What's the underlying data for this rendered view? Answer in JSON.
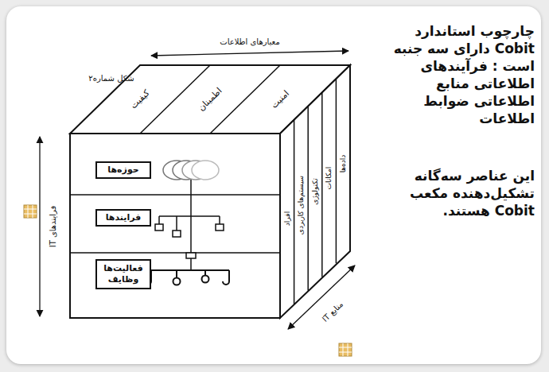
{
  "diagram": {
    "nodes": [
      {
        "text": [
          "حوزه‌ها"
        ]
      },
      {
        "text": [
          "فرایندها"
        ]
      },
      {
        "text": [
          "فعالیت‌ها وظایف"
        ]
      }
    ],
    "labels": [
      "معیارهای اطلاعات",
      "شکل شماره۲",
      "کیفیت",
      "اطمینان",
      "امنیت",
      "افراد",
      "سیستم‌های کاربردی",
      "تکنولوژی",
      "امکانات",
      "داده‌ها",
      "فرایندهای IT",
      "منابع IT",
      "چارچوب استاندارد Cobit دارای سه جنبه است : فرآیندهای اطلاعاتی منابع اطلاعاتی ضوابط اطلاعات",
      "این عناصر سه‌گانه تشکیل‌دهنده مکعب Cobit هستند."
    ]
  }
}
